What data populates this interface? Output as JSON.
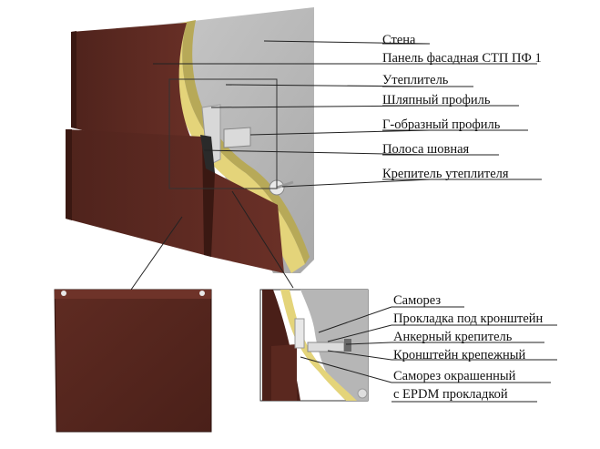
{
  "main_labels": [
    "Стена",
    "Панель фасадная СТП ПФ 1",
    "Утеплитель",
    "Шляпный профиль",
    "Г-образный профиль",
    "Полоса шовная",
    "Крепитель утеплителя"
  ],
  "detail_labels": [
    "Саморез",
    "Прокладка под кронштейн",
    "Анкерный крепитель",
    "Кронштейн крепежный",
    "Саморез окрашенный",
    "с EPDM прокладкой"
  ],
  "colors": {
    "panel": "#5e2a22",
    "panel_dark": "#3d1a15",
    "wall": "#b9b9b9",
    "insulation": "#e8dc8a",
    "profile": "#d9d9d9"
  }
}
